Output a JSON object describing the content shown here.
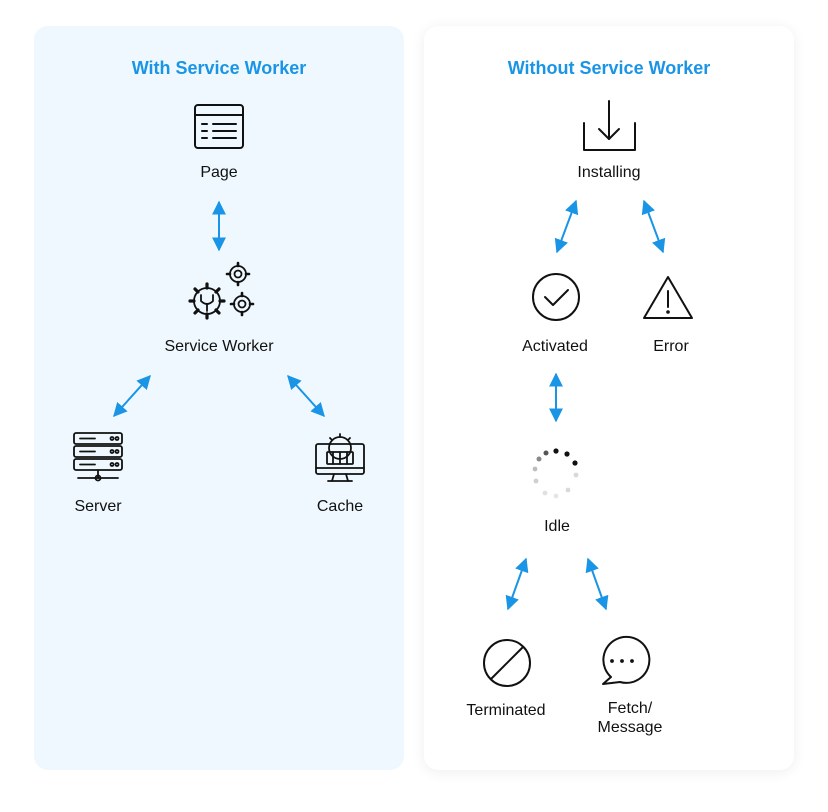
{
  "left_panel": {
    "title": "With Service Worker",
    "nodes": {
      "page": "Page",
      "service_worker": "Service Worker",
      "server": "Server",
      "cache": "Cache"
    }
  },
  "right_panel": {
    "title": "Without Service Worker",
    "nodes": {
      "installing": "Installing",
      "activated": "Activated",
      "error": "Error",
      "idle": "Idle",
      "terminated": "Terminated",
      "fetch_message_line1": "Fetch/",
      "fetch_message_line2": "Message"
    }
  },
  "colors": {
    "left_background": "#eef8fe",
    "accent": "#1a95e6",
    "text": "#111111"
  },
  "icons": [
    "page-icon",
    "gears-icon",
    "server-icon",
    "cache-icon",
    "download-icon",
    "check-circle-icon",
    "warning-icon",
    "spinner-icon",
    "prohibited-icon",
    "chat-bubble-icon"
  ]
}
